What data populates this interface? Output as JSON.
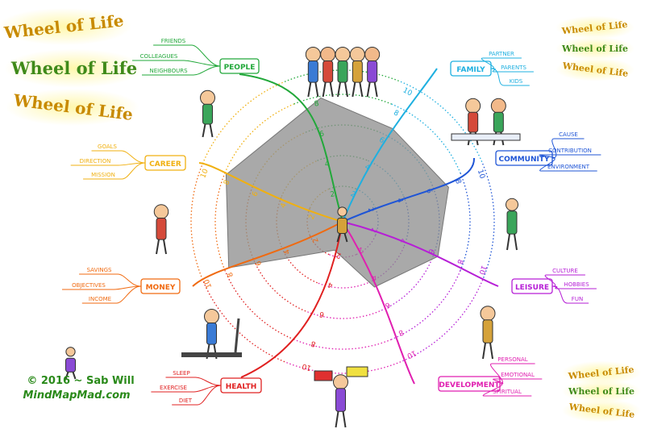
{
  "logos": {
    "left": [
      "Wheel of Life",
      "Wheel of Life",
      "Wheel of Life"
    ],
    "top_right": [
      "Wheel of Life",
      "Wheel of Life",
      "Wheel of Life"
    ],
    "bottom_right": [
      "Wheel of Life",
      "Wheel of Life",
      "Wheel of Life"
    ]
  },
  "credit": {
    "line1": "© 2016 ~ Sab Will",
    "line2": "MindMapMad.com"
  },
  "scale_labels": [
    "2",
    "4",
    "6",
    "8",
    "10"
  ],
  "branches": [
    {
      "key": "people",
      "label": "PEOPLE",
      "color": "#22a83a",
      "subs": [
        "FRIENDS",
        "COLLEAGUES",
        "NEIGHBOURS"
      ],
      "score": 8.2
    },
    {
      "key": "family",
      "label": "FAMILY",
      "color": "#1fb0e0",
      "subs": [
        "PARTNER",
        "PARENTS",
        "KIDS"
      ],
      "score": 6.8
    },
    {
      "key": "community",
      "label": "COMMUNITY",
      "color": "#1f55d6",
      "subs": [
        "CAUSE",
        "CONTRIBUTION",
        "ENVIRONMENT"
      ],
      "score": 7.2
    },
    {
      "key": "leisure",
      "label": "LEISURE",
      "color": "#b61fd6",
      "subs": [
        "CULTURE",
        "HOBBIES",
        "FUN"
      ],
      "score": 6.5
    },
    {
      "key": "development",
      "label": "DEVELOPMENT",
      "color": "#e01fb0",
      "subs": [
        "PERSONAL",
        "EMOTIONAL",
        "SPIRITUAL"
      ],
      "score": 4.5
    },
    {
      "key": "health",
      "label": "HEALTH",
      "color": "#e02020",
      "subs": [
        "SLEEP",
        "EXERCISE",
        "DIET"
      ],
      "score": 1.5
    },
    {
      "key": "money",
      "label": "MONEY",
      "color": "#f06a10",
      "subs": [
        "SAVINGS",
        "OBJECTIVES",
        "INCOME"
      ],
      "score": 8.0
    },
    {
      "key": "career",
      "label": "CAREER",
      "color": "#f0b010",
      "subs": [
        "GOALS",
        "DIRECTION",
        "MISSION"
      ],
      "score": 8.2
    }
  ],
  "colors": {
    "ring_palette": [
      "#22a83a",
      "#1fb0e0",
      "#1f55d6",
      "#b61fd6",
      "#e01fb0",
      "#e02020",
      "#f06a10",
      "#f0b010"
    ],
    "score_area": "#8c8c8c",
    "logo_text": "#c88a00",
    "credit_text": "#2a8a1a"
  },
  "illustrations": [
    "group-of-people-icon",
    "couple-at-table-icon",
    "man-with-flower-icon",
    "woman-meditating-icon",
    "signpost-man-icon",
    "treadmill-woman-icon",
    "man-on-money-icon",
    "flying-man-icon",
    "central-figure-icon",
    "running-man-icon"
  ]
}
